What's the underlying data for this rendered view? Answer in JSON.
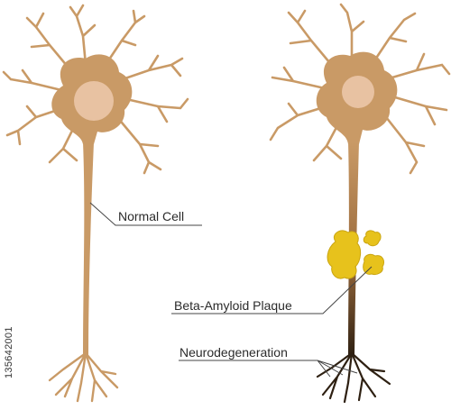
{
  "labels": {
    "normal": "Normal Cell",
    "plaque": "Beta-Amyloid Plaque",
    "neuro": "Neurodegeneration"
  },
  "stock_id": "135642001",
  "colors": {
    "cell_body": "#c99a66",
    "cell_outline": "#b5844f",
    "nucleus": "#e8c2a2",
    "plaque": "#e7c21c",
    "plaque_dark": "#c9a410",
    "degenerated": "#3b2a18",
    "leader": "#444444"
  }
}
